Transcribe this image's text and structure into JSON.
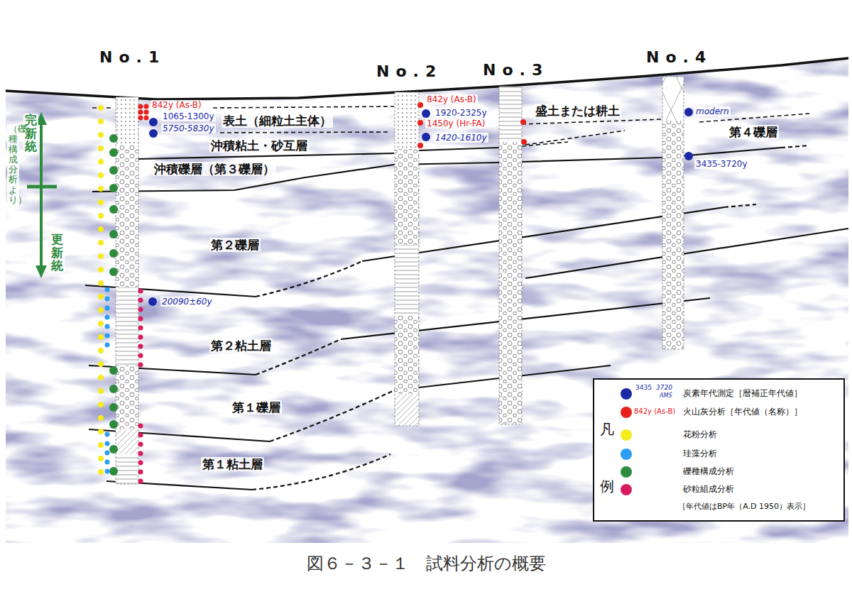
{
  "diagram": {
    "caption": "図６－３－１　試料分析の概要",
    "labels": [
      "No.1",
      "No.2",
      "No.3",
      "No.4",
      "盛土または耕土",
      "表土（細粒土主体）",
      "第４礫層",
      "沖積粘土・砂互層",
      "沖積礫層（第３礫層）",
      "第２礫層",
      "第２粘土層",
      "第１礫層",
      "第１粘土層",
      "842y (As-B)",
      "1065-1300y",
      "5750-5830y",
      "20090±60y",
      "842y (As-B)",
      "1920-2325y",
      "1450y (Hr-FA)",
      "1420-1610y",
      "modern",
      "3435-3720y",
      "完新統",
      "更新統",
      "（礫種構成分析より）",
      "凡",
      "例",
      "3435",
      "3720",
      "AMS",
      "842y (As-B)",
      "［年代値はBP年（A.D 1950）表示］"
    ],
    "legend": [
      {
        "text": "炭素年代測定［暦補正年代値］",
        "color": "#1a2aa6"
      },
      {
        "text": "火山灰分析［年代値（名称）］",
        "color": "#e8201c"
      },
      {
        "text": "花粉分析",
        "color": "#f4ec1c"
      },
      {
        "text": "珪藻分析",
        "color": "#2a9df4"
      },
      {
        "text": "礫種構成分析",
        "color": "#2e8b3e"
      },
      {
        "text": "砂粒組成分析",
        "color": "#d81b60"
      }
    ]
  }
}
